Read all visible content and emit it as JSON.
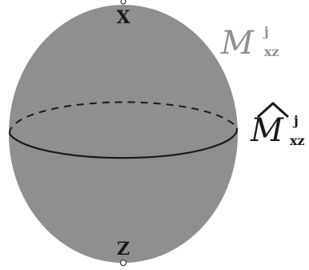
{
  "poles": {
    "top": "X",
    "bottom": "Z"
  },
  "labels": {
    "manifold": {
      "symbol": "M",
      "sup": "j",
      "sub": "xz"
    },
    "manifold_hat": {
      "symbol": "M",
      "sup": "j",
      "sub": "xz"
    }
  },
  "colors": {
    "sphere_fill": "#8f8f8f",
    "line": "#1a1a1a",
    "label_grey": "#8f8f8f",
    "label_dark": "#1a1a1a"
  }
}
